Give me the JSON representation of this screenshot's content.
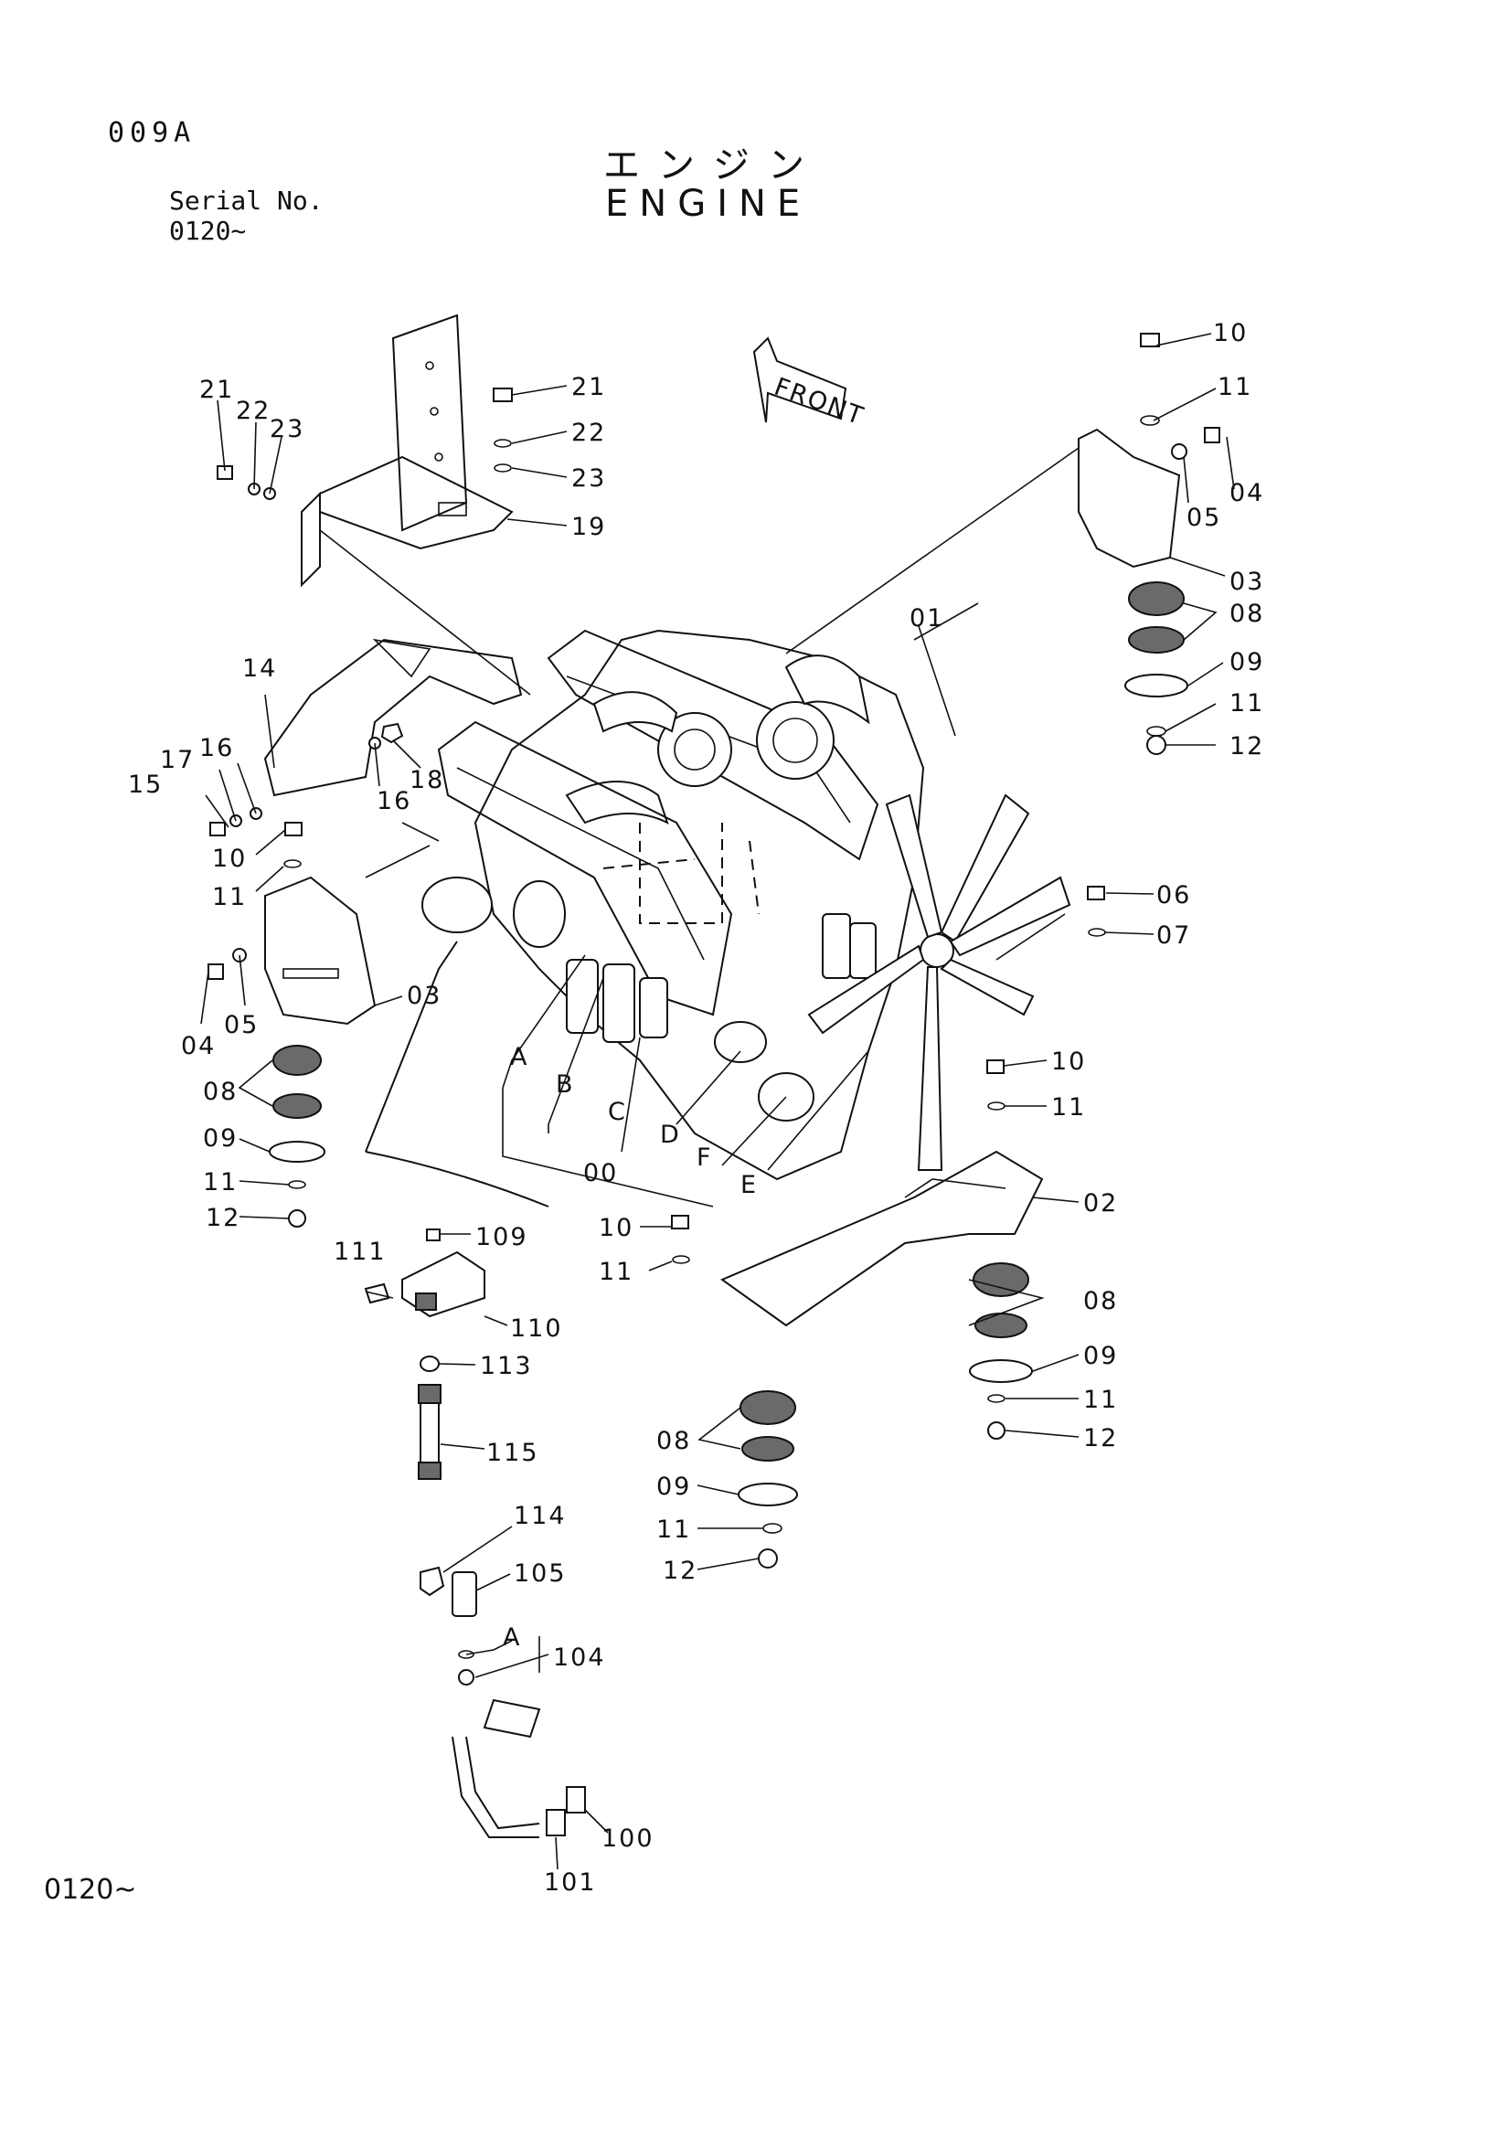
{
  "header": {
    "page_code": "009A",
    "title_jp": "エンジン",
    "title_en": "ENGINE",
    "serial_label": "Serial No.",
    "serial_range": "0120~"
  },
  "footer": {
    "serial_range": "0120~"
  },
  "diagram": {
    "front_label": "FRONT",
    "labels": {
      "p01": "01",
      "p02": "02",
      "p03_right": "03",
      "p03_left": "03",
      "p04_right": "04",
      "p04_left": "04",
      "p05_right": "05",
      "p05_left": "05",
      "p06": "06",
      "p07": "07",
      "p08_right": "08",
      "p08_left": "08",
      "p08_bottom": "08",
      "p08_br": "08",
      "p09_right": "09",
      "p09_left": "09",
      "p09_bottom": "09",
      "p09_br": "09",
      "p10_tr": "10",
      "p10_left": "10",
      "p10_mid": "10",
      "p10_fr": "10",
      "p11_tr": "11",
      "p11_tr2": "11",
      "p11_left": "11",
      "p11_left2": "11",
      "p11_mid": "11",
      "p11_fr": "11",
      "p11_bottom": "11",
      "p11_br": "11",
      "p12_right": "12",
      "p12_left": "12",
      "p12_bottom": "12",
      "p12_br": "12",
      "p14": "14",
      "p15": "15",
      "p16_a": "16",
      "p16_b": "16",
      "p17": "17",
      "p18": "18",
      "p19": "19",
      "p21_a": "21",
      "p21_b": "21",
      "p22_a": "22",
      "p22_b": "22",
      "p23_a": "23",
      "p23_b": "23",
      "p00": "00",
      "pA": "A",
      "pB": "B",
      "pC": "C",
      "pD": "D",
      "pE": "E",
      "pF": "F",
      "p100": "100",
      "p101": "101",
      "p104": "104",
      "p104A": "A",
      "p105": "105",
      "p109": "109",
      "p110": "110",
      "p111": "111",
      "p113": "113",
      "p114": "114",
      "p115": "115"
    }
  }
}
